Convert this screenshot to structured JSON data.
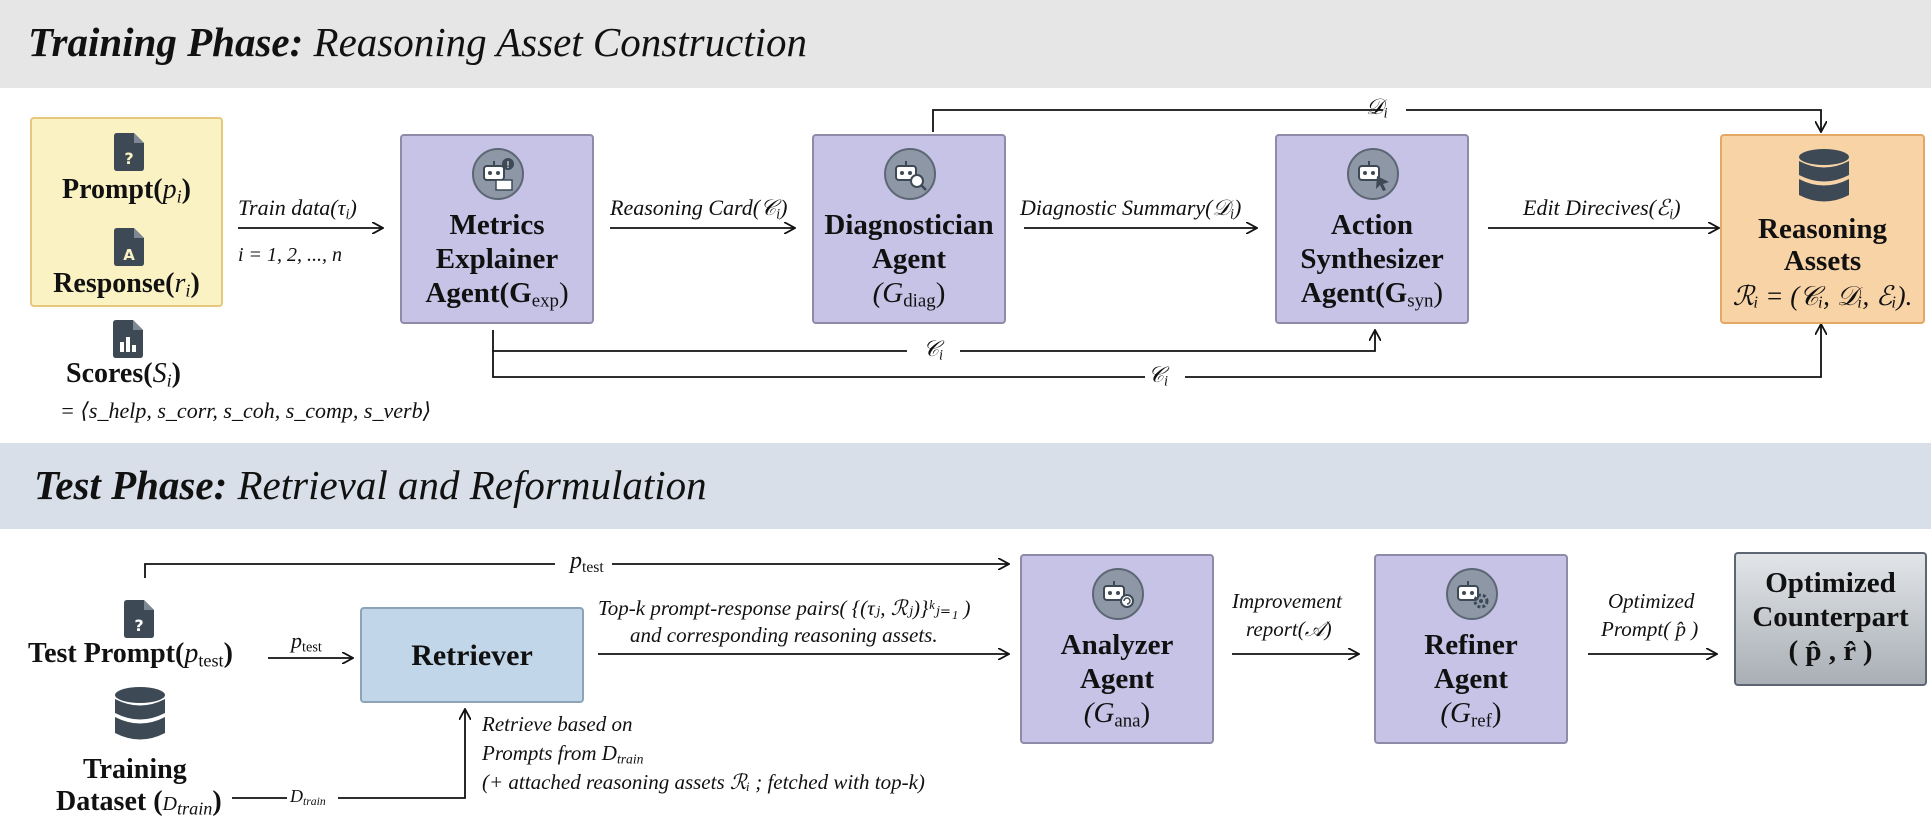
{
  "training": {
    "title_bold": "Training Phase:",
    "title_rest": "Reasoning Asset Construction",
    "prompt_label": "Prompt(",
    "prompt_var": "p",
    "prompt_sub": "i",
    "response_label": "Response(",
    "response_var": "r",
    "response_sub": "i",
    "scores_label": "Scores(",
    "scores_var": "S",
    "scores_sub": "i",
    "scores_formula": "= ⟨s_help, s_corr, s_coh, s_comp, s_verb⟩",
    "train_data_label": "Train data(τ",
    "train_data_sub": "i",
    "index_range": "i = 1, 2, ..., n",
    "metrics_line1": "Metrics",
    "metrics_line2": "Explainer",
    "metrics_line3": "Agent(G",
    "metrics_sub": "exp",
    "reasoning_card_label": "Reasoning Card(𝒞",
    "reasoning_card_sub": "i",
    "diag_line1": "Diagnostician",
    "diag_line2": "Agent",
    "diag_line3": "(G",
    "diag_sub": "diag",
    "diag_summary_label": "Diagnostic Summary(𝒟",
    "diag_summary_sub": "i",
    "action_line1": "Action",
    "action_line2": "Synthesizer",
    "action_line3": "Agent(G",
    "action_sub": "syn",
    "edit_label": "Edit Direcives(ℰ",
    "edit_sub": "i",
    "assets_line1": "Reasoning",
    "assets_line2": "Assets",
    "assets_formula": "ℛᵢ = (𝒞ᵢ, 𝒟ᵢ, ℰᵢ).",
    "d_top_label": "𝒟",
    "d_top_sub": "i",
    "c_mid_label": "𝒞",
    "c_mid_sub": "i",
    "c_bot_label": "𝒞",
    "c_bot_sub": "i"
  },
  "test": {
    "title_bold": "Test Phase:",
    "title_rest": "Retrieval and Reformulation",
    "p_test_top_var": "p",
    "p_test_top_sub": "test",
    "test_prompt_label": "Test Prompt(",
    "test_prompt_var": "p",
    "test_prompt_sub": "test",
    "p_test_arrow_var": "p",
    "p_test_arrow_sub": "test",
    "retriever_label": "Retriever",
    "topk_line1": "Top-k prompt-response pairs( {(τⱼ, ℛⱼ)}ᵏⱼ₌₁ )",
    "topk_line2": "and corresponding reasoning assets.",
    "training_line1": "Training",
    "training_line2": "Dataset (",
    "training_var": "D",
    "training_sub": "train",
    "d_train_label": "D",
    "d_train_sub": "train",
    "retrieve_line1": "Retrieve based on",
    "retrieve_line2": "Prompts from D",
    "retrieve_line2_sub": "train",
    "retrieve_line3": "(+ attached reasoning assets ℛᵢ ; fetched with top-k)",
    "analyzer_line1": "Analyzer",
    "analyzer_line2": "Agent",
    "analyzer_line3": "(G",
    "analyzer_sub": "ana",
    "improvement_line1": "Improvement",
    "improvement_line2": "report(𝒜)",
    "refiner_line1": "Refiner",
    "refiner_line2": "Agent",
    "refiner_line3": "(G",
    "refiner_sub": "ref",
    "optimized_prompt_line1": "Optimized",
    "optimized_prompt_line2": "Prompt( p̂ )",
    "counterpart_line1": "Optimized",
    "counterpart_line2": "Counterpart",
    "counterpart_line3": "( p̂ , r̂ )"
  },
  "colors": {
    "training_band": "#e6e6e6",
    "test_band": "#d9dfe9",
    "agent_fill": "#c6c3e6",
    "input_fill": "#fbf2c4",
    "input_border": "#e6c77e",
    "assets_fill": "#f8d3a6",
    "assets_border": "#e3a865",
    "retriever_fill": "#c2d6ea",
    "counterpart_fill": "#c4c9cf",
    "icon_dark": "#3d4a56"
  }
}
